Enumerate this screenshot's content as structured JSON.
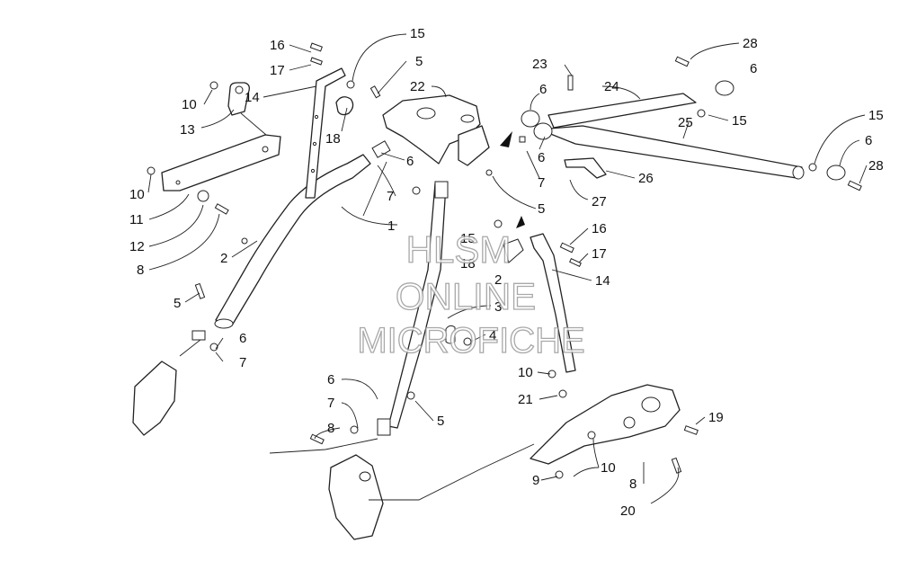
{
  "watermark": {
    "line1": "HLSM",
    "line2": "ONLINE",
    "line3": "MICROFICHE"
  },
  "callouts": [
    {
      "id": "c01",
      "text": "16"
    },
    {
      "id": "c02",
      "text": "15"
    },
    {
      "id": "c03",
      "text": "17"
    },
    {
      "id": "c04",
      "text": "5"
    },
    {
      "id": "c05",
      "text": "10"
    },
    {
      "id": "c06",
      "text": "14"
    },
    {
      "id": "c07",
      "text": "22"
    },
    {
      "id": "c08",
      "text": "13"
    },
    {
      "id": "c09",
      "text": "18"
    },
    {
      "id": "c10",
      "text": "6"
    },
    {
      "id": "c11",
      "text": "10"
    },
    {
      "id": "c12",
      "text": "7"
    },
    {
      "id": "c13",
      "text": "11"
    },
    {
      "id": "c14",
      "text": "1"
    },
    {
      "id": "c15",
      "text": "12"
    },
    {
      "id": "c16",
      "text": "2"
    },
    {
      "id": "c17",
      "text": "8"
    },
    {
      "id": "c18",
      "text": "5"
    },
    {
      "id": "c19",
      "text": "6"
    },
    {
      "id": "c20",
      "text": "7"
    },
    {
      "id": "c21",
      "text": "23"
    },
    {
      "id": "c22",
      "text": "24"
    },
    {
      "id": "c23",
      "text": "6"
    },
    {
      "id": "c24",
      "text": "28"
    },
    {
      "id": "c25",
      "text": "6"
    },
    {
      "id": "c26",
      "text": "25"
    },
    {
      "id": "c27",
      "text": "15"
    },
    {
      "id": "c28",
      "text": "15"
    },
    {
      "id": "c29",
      "text": "6"
    },
    {
      "id": "c30",
      "text": "6"
    },
    {
      "id": "c31",
      "text": "7"
    },
    {
      "id": "c32",
      "text": "26"
    },
    {
      "id": "c33",
      "text": "28"
    },
    {
      "id": "c34",
      "text": "27"
    },
    {
      "id": "c35",
      "text": "5"
    },
    {
      "id": "c36",
      "text": "16"
    },
    {
      "id": "c37",
      "text": "15"
    },
    {
      "id": "c38",
      "text": "18"
    },
    {
      "id": "c39",
      "text": "17"
    },
    {
      "id": "c40",
      "text": "14"
    },
    {
      "id": "c41",
      "text": "2"
    },
    {
      "id": "c42",
      "text": "3"
    },
    {
      "id": "c43",
      "text": "4"
    },
    {
      "id": "c44",
      "text": "10"
    },
    {
      "id": "c45",
      "text": "21"
    },
    {
      "id": "c46",
      "text": "19"
    },
    {
      "id": "c47",
      "text": "6"
    },
    {
      "id": "c48",
      "text": "7"
    },
    {
      "id": "c49",
      "text": "5"
    },
    {
      "id": "c50",
      "text": "8"
    },
    {
      "id": "c51",
      "text": "10"
    },
    {
      "id": "c52",
      "text": "9"
    },
    {
      "id": "c53",
      "text": "8"
    },
    {
      "id": "c54",
      "text": "20"
    }
  ]
}
